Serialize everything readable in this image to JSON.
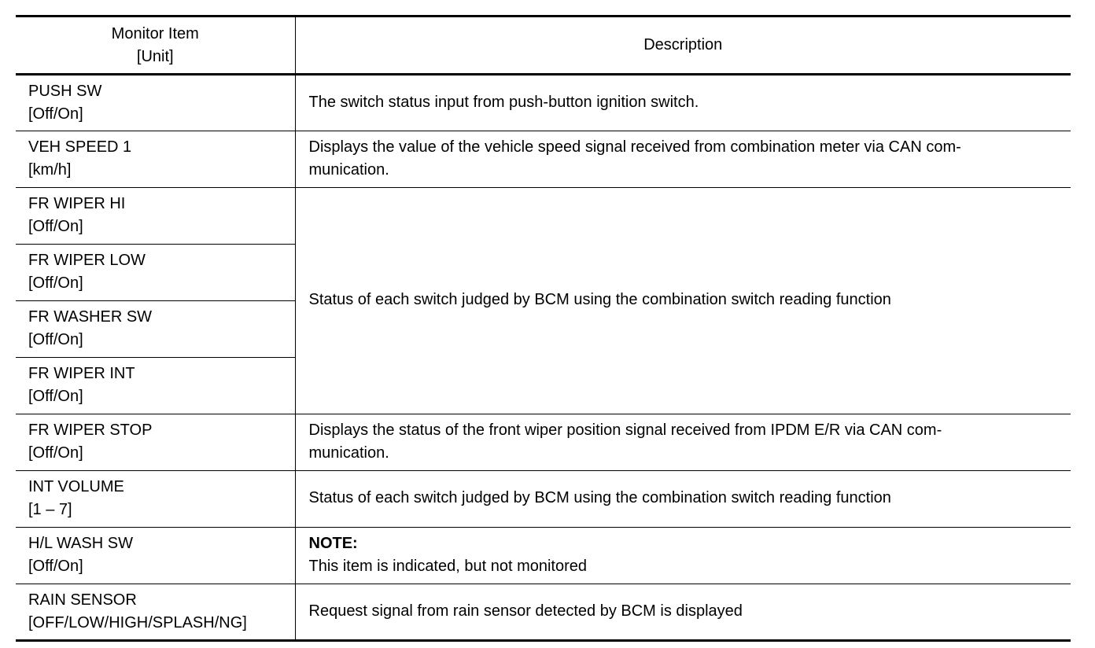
{
  "header": {
    "monitor_item": "Monitor Item",
    "unit": "[Unit]",
    "description": "Description"
  },
  "rows": [
    {
      "item": "PUSH SW",
      "unit": "[Off/On]",
      "description": "The switch status input from push-button ignition switch."
    },
    {
      "item": "VEH SPEED 1",
      "unit": "[km/h]",
      "description_line1": "Displays the value of the vehicle speed signal received from combination meter via CAN com-",
      "description_line2": "munication."
    },
    {
      "item": "FR WIPER HI",
      "unit": "[Off/On]"
    },
    {
      "item": "FR WIPER LOW",
      "unit": "[Off/On]"
    },
    {
      "item": "FR WASHER SW",
      "unit": "[Off/On]"
    },
    {
      "item": "FR WIPER INT",
      "unit": "[Off/On]"
    },
    {
      "item": "FR WIPER STOP",
      "unit": "[Off/On]",
      "description_line1": "Displays the status of the front wiper position signal received from IPDM E/R via CAN com-",
      "description_line2": "munication."
    },
    {
      "item": "INT VOLUME",
      "unit": "[1 – 7]",
      "description": "Status of each switch judged by BCM using the combination switch reading function"
    },
    {
      "item": "H/L WASH SW",
      "unit": "[Off/On]",
      "note_label": "NOTE:",
      "description": "This item is indicated, but not monitored"
    },
    {
      "item": "RAIN SENSOR",
      "unit": "[OFF/LOW/HIGH/SPLASH/NG]",
      "description": "Request signal from rain sensor detected by BCM is displayed"
    }
  ],
  "group_description": "Status of each switch judged by BCM using the combination switch reading function"
}
